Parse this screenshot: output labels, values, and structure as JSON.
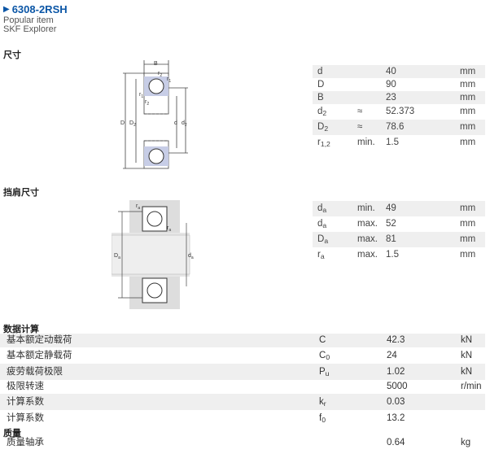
{
  "header": {
    "title": "6308-2RSH",
    "sub1": "Popular item",
    "sub2": "SKF Explorer"
  },
  "sections": {
    "dimensions": "尺寸",
    "abutment": "挡肩尺寸",
    "calc": "数据计算",
    "mass": "质量"
  },
  "figure1": {
    "B": "B",
    "r2": "r",
    "r2sub": "2",
    "r1": "r",
    "r1sub": "1",
    "D": "D",
    "D2": "D",
    "D2sub": "2",
    "d": "d",
    "d2": "d",
    "d2sub": "2"
  },
  "figure2": {
    "ra": "r",
    "rasub": "a",
    "Da": "D",
    "Dasub": "a",
    "da": "d",
    "dasub": "a"
  },
  "dimensions": [
    {
      "sym": "d",
      "sub": "",
      "q": "",
      "val": "40",
      "unit": "mm"
    },
    {
      "sym": "D",
      "sub": "",
      "q": "",
      "val": "90",
      "unit": "mm"
    },
    {
      "sym": "B",
      "sub": "",
      "q": "",
      "val": "23",
      "unit": "mm"
    },
    {
      "sym": "d",
      "sub": "2",
      "q": "≈",
      "val": "52.373",
      "unit": "mm"
    },
    {
      "sym": "D",
      "sub": "2",
      "q": "≈",
      "val": "78.6",
      "unit": "mm"
    },
    {
      "sym": "r",
      "sub": "1,2",
      "q": "min.",
      "val": "1.5",
      "unit": "mm"
    }
  ],
  "abutment": [
    {
      "sym": "d",
      "sub": "a",
      "q": "min.",
      "val": "49",
      "unit": "mm"
    },
    {
      "sym": "d",
      "sub": "a",
      "q": "max.",
      "val": "52",
      "unit": "mm"
    },
    {
      "sym": "D",
      "sub": "a",
      "q": "max.",
      "val": "81",
      "unit": "mm"
    },
    {
      "sym": "r",
      "sub": "a",
      "q": "max.",
      "val": "1.5",
      "unit": "mm"
    }
  ],
  "calc": [
    {
      "name": "基本额定动载荷",
      "sym": "C",
      "sub": "",
      "val": "42.3",
      "unit": "kN"
    },
    {
      "name": "基本额定静载荷",
      "sym": "C",
      "sub": "0",
      "val": "24",
      "unit": "kN"
    },
    {
      "name": "疲劳载荷极限",
      "sym": "P",
      "sub": "u",
      "val": "1.02",
      "unit": "kN"
    },
    {
      "name": "极限转速",
      "sym": "",
      "sub": "",
      "val": "5000",
      "unit": "r/min"
    },
    {
      "name": "计算系数",
      "sym": "k",
      "sub": "r",
      "val": "0.03",
      "unit": ""
    },
    {
      "name": "计算系数",
      "sym": "f",
      "sub": "0",
      "val": "13.2",
      "unit": ""
    }
  ],
  "mass": [
    {
      "name": "质量轴承",
      "sym": "",
      "sub": "",
      "val": "0.64",
      "unit": "kg"
    }
  ],
  "colors": {
    "title": "#0b56a6",
    "rowShade": "#efefef",
    "ballFill": "#c7cde6"
  }
}
